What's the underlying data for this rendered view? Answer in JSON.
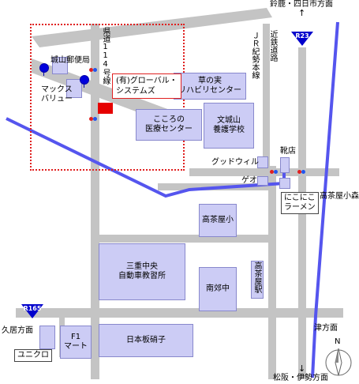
{
  "colors": {
    "road": "#c4c4c4",
    "route": "#5555ee",
    "building": "#ccccf5",
    "building_border": "#8888cc",
    "focus_border": "#e02020",
    "target": "#e60000",
    "shield": "#0000cc"
  },
  "directions": {
    "north_top": "鈴鹿・四日市方面",
    "south_bottom": "松阪・伊勢方面",
    "west": "久居方面",
    "east": "津方面"
  },
  "roads": {
    "prefectural": "県道114号線",
    "jr": "ＪＲ紀勢本線",
    "kintetsu": "近鉄道路"
  },
  "shields": {
    "r23": "R23",
    "r165": "R165"
  },
  "target": {
    "name": "(有)グローバル・\nシステムズ"
  },
  "places": {
    "post_office": "城山郵便局",
    "max_valu": "マックス\nバリュー",
    "rehab_center": "草の実\nリハビリセンター",
    "kokoro_center": "こころの\n医療センター",
    "shiroyama_school": "文城山\n養護学校",
    "goodwill": "グッドウィル",
    "shoe_store": "靴店",
    "geo": "ゲオ",
    "nikoniko_ramen": "にこにこ\nラーメン",
    "takachaya_komori": "高茶屋小森",
    "takachaya_elementary": "高茶屋小",
    "mie_driving_school": "三重中央\n自動車教習所",
    "nankou_jhs": "南郊中",
    "takachaya_station": "高茶屋駅",
    "f1_mart": "F1\nマート",
    "nippon_glass": "日本板硝子",
    "uniqlo": "ユニクロ"
  },
  "compass": {
    "label": "N"
  }
}
